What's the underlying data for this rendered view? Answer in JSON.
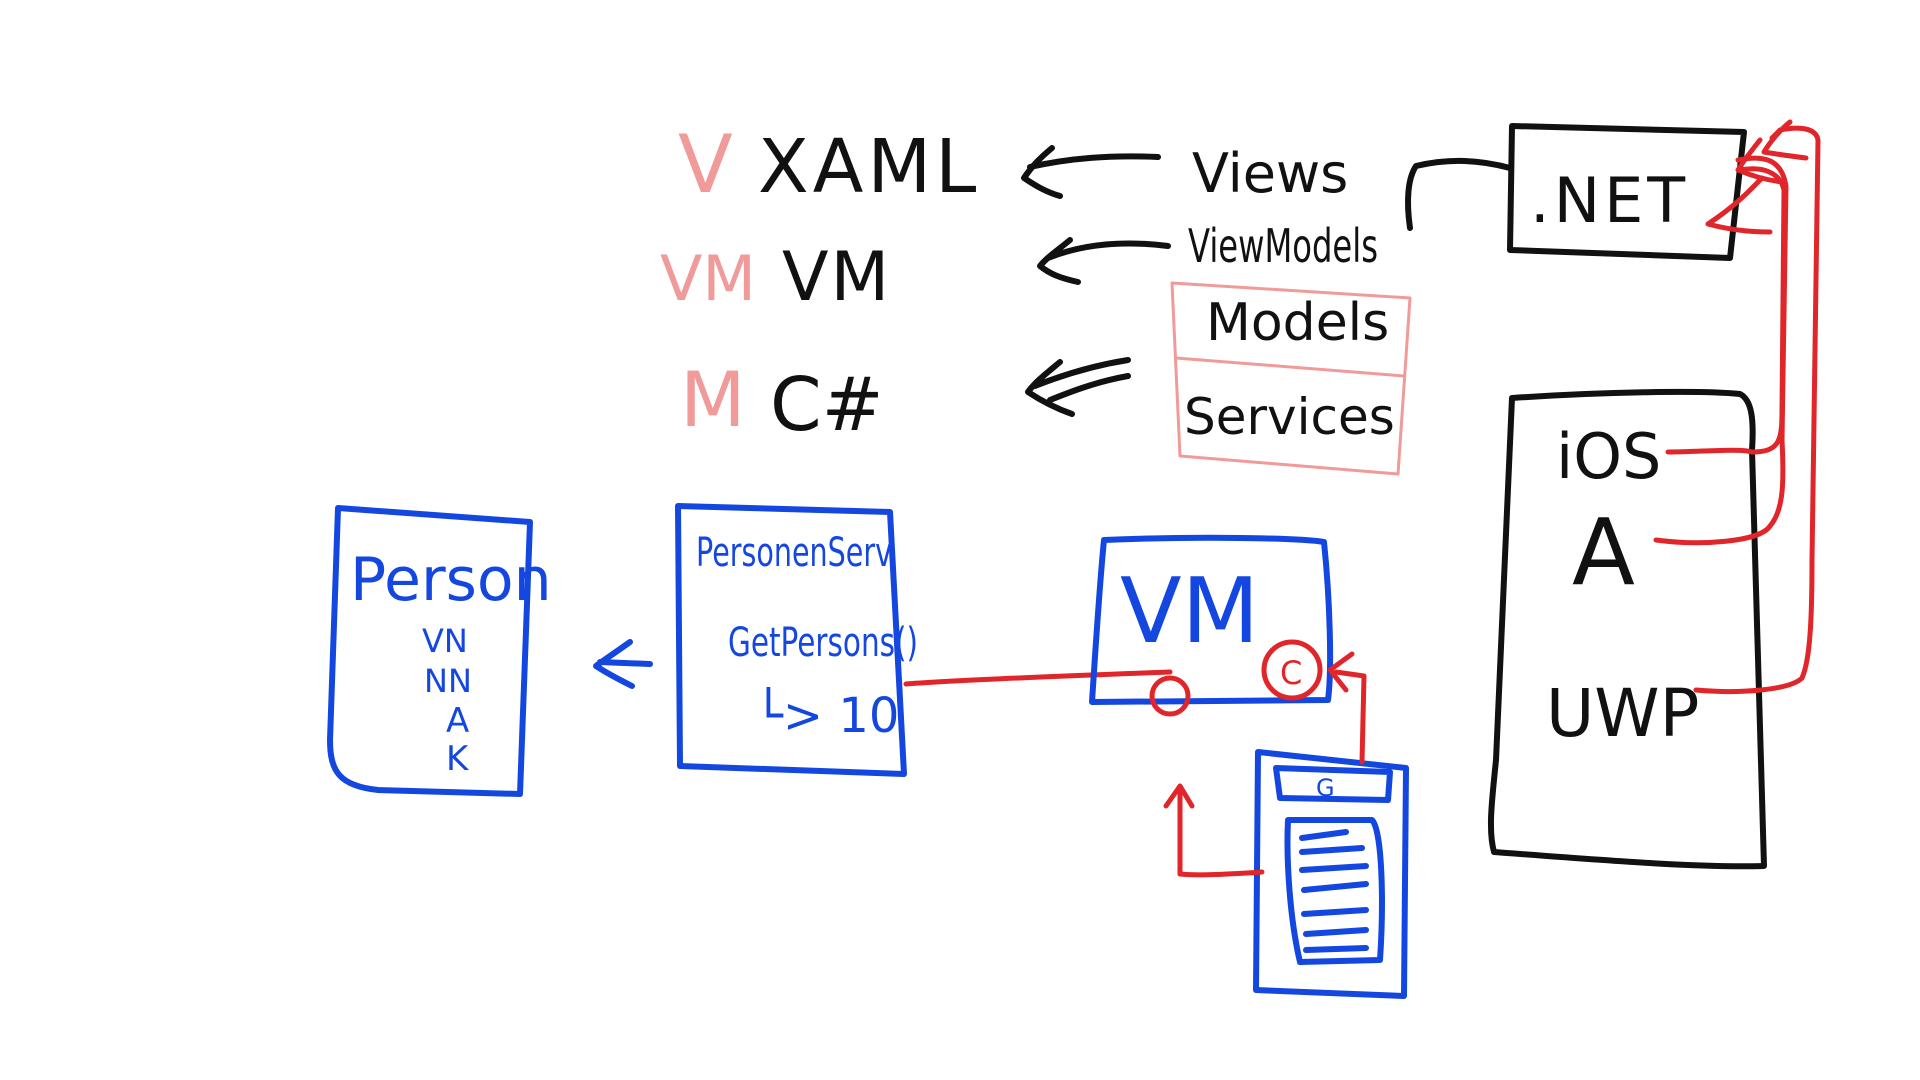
{
  "layers": {
    "view": {
      "letter": "V",
      "tech": "XAML",
      "label": "Views"
    },
    "viewmodel": {
      "letter": "VM",
      "tech": "VM",
      "label": "ViewModels"
    },
    "model": {
      "letter": "M",
      "tech": "C#",
      "models": "Models",
      "services": "Services"
    }
  },
  "platform": {
    "dotnet": ".NET",
    "targets": [
      "iOS",
      "A",
      "UWP"
    ]
  },
  "person": {
    "title": "Person",
    "fields": [
      "VN",
      "NN",
      "A",
      "K"
    ]
  },
  "service": {
    "title": "PersonenServ",
    "method": "GetPersons()",
    "result": "└> 10"
  },
  "viewmodel_box": {
    "title": "VM",
    "marker": "C"
  },
  "phone": {
    "marker": "G"
  },
  "colors": {
    "black": "#111111",
    "blue": "#1447e0",
    "red": "#e0262a",
    "pink": "#f09a9a"
  }
}
